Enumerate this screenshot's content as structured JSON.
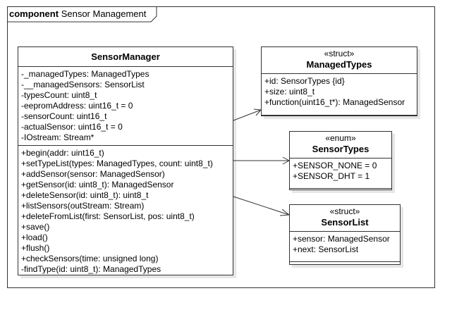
{
  "frame": {
    "keyword": "component",
    "name": "Sensor Management"
  },
  "classes": {
    "sensor_manager": {
      "name": "SensorManager",
      "attributes": [
        "-_managedTypes: ManagedTypes",
        "-__managedSensors: SensorList",
        "-typesCount: uint8_t",
        "-eepromAddress: uint16_t = 0",
        "-sensorCount: uint16_t",
        "-actualSensor: uint16_t = 0",
        "-IOstream: Stream*"
      ],
      "operations": [
        "+begin(addr: uint16_t)",
        "+setTypeList(types: ManagedTypes, count: uint8_t)",
        "+addSensor(sensor: ManagedSensor)",
        "+getSensor(id: uint8_t): ManagedSensor",
        "+deleteSensor(id: uint8_t): uint8_t",
        "+listSensors(outStream: Stream)",
        "+deleteFromList(first: SensorList, pos: uint8_t)",
        "+save()",
        "+load()",
        "+flush()",
        "+checkSensors(time: unsigned long)",
        "-findType(id: uint8_t): ManagedTypes"
      ]
    },
    "managed_types": {
      "stereotype": "«struct»",
      "name": "ManagedTypes",
      "attributes": [
        "+id: SensorTypes {id}",
        "+size: uint8_t",
        "+function(uint16_t*): ManagedSensor"
      ]
    },
    "sensor_types": {
      "stereotype": "«enum»",
      "name": "SensorTypes",
      "attributes": [
        "+SENSOR_NONE = 0",
        "+SENSOR_DHT = 1"
      ]
    },
    "sensor_list": {
      "stereotype": "«struct»",
      "name": "SensorList",
      "attributes": [
        "+sensor: ManagedSensor",
        "+next: SensorList"
      ]
    }
  }
}
